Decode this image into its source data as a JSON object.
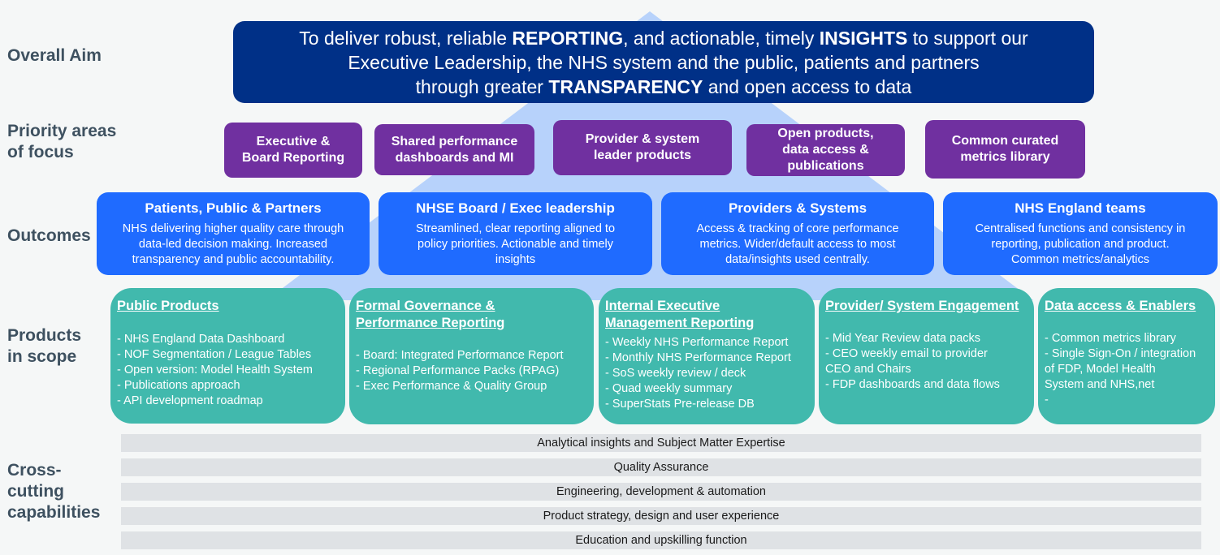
{
  "colors": {
    "background": "#f5f7f7",
    "pyramid": "#b7d2fb",
    "aim": "#003087",
    "priority": "#7030a0",
    "outcome": "#1f6bff",
    "product": "#41b9ad",
    "capability": "#dfe2e5",
    "label": "#3e5160"
  },
  "row_labels": {
    "overall_aim": "Overall Aim",
    "priority_1": "Priority areas",
    "priority_2": "of focus",
    "outcomes": "Outcomes",
    "products_1": "Products",
    "products_2": "in scope",
    "cross_1": "Cross-",
    "cross_2": "cutting",
    "cross_3": "capabilities"
  },
  "aim": {
    "line1_a": "To deliver robust, reliable ",
    "line1_b": "REPORTING",
    "line1_c": ", and actionable, timely ",
    "line1_d": "INSIGHTS",
    "line1_e": " to support our",
    "line2": "Executive Leadership, the NHS system and the public, patients and partners",
    "line3_a": "through greater ",
    "line3_b": "TRANSPARENCY",
    "line3_c": " and open access to data"
  },
  "priorities": [
    {
      "line1": "Executive &",
      "line2": "Board Reporting",
      "line3": ""
    },
    {
      "line1": "Shared performance",
      "line2": "dashboards and MI",
      "line3": ""
    },
    {
      "line1": "Provider & system",
      "line2": "leader products",
      "line3": ""
    },
    {
      "line1": "Open products,",
      "line2": "data access  &",
      "line3": "publications"
    },
    {
      "line1": "Common curated",
      "line2": "metrics library",
      "line3": ""
    }
  ],
  "outcomes": [
    {
      "title": "Patients, Public & Partners",
      "lines": [
        "NHS delivering higher quality care through",
        "data-led decision making.  Increased",
        "transparency and public accountability."
      ]
    },
    {
      "title": "NHSE Board / Exec leadership",
      "lines": [
        "Streamlined, clear reporting aligned to",
        "policy priorities. Actionable and timely",
        "insights"
      ]
    },
    {
      "title": "Providers & Systems",
      "lines": [
        "Access & tracking of core performance",
        "metrics. Wider/default access to most",
        "data/insights used centrally."
      ]
    },
    {
      "title": "NHS England teams",
      "lines": [
        "Centralised functions and consistency in",
        "reporting, publication and product.",
        "Common metrics/analytics"
      ]
    }
  ],
  "products": [
    {
      "title_1": "Public Products",
      "title_2": "",
      "items": [
        "- NHS England Data Dashboard",
        "- NOF Segmentation / League Tables",
        "- Open version: Model Health System",
        "- Publications approach",
        "- API development roadmap"
      ]
    },
    {
      "title_1": "Formal Governance &",
      "title_2": "Performance Reporting",
      "items": [
        "- Board: Integrated Performance Report",
        "- Regional Performance Packs (RPAG)",
        "- Exec Performance & Quality Group"
      ]
    },
    {
      "title_1": "Internal Executive",
      "title_2": "Management Reporting",
      "items": [
        "- Weekly NHS Performance Report",
        "- Monthly NHS Performance Report",
        "- SoS weekly review / deck",
        "- Quad weekly summary",
        "- SuperStats Pre-release DB"
      ]
    },
    {
      "title_1": "Provider/ System Engagement",
      "title_2": "",
      "items": [
        "- Mid Year Review data packs",
        "- CEO weekly email to provider",
        "CEO and Chairs",
        "- FDP dashboards and data flows"
      ]
    },
    {
      "title_1": "Data access & Enablers",
      "title_2": "",
      "items": [
        "- Common metrics library",
        "- Single Sign-On / integration",
        "of FDP, Model Health",
        "System and NHS,net",
        "-"
      ]
    }
  ],
  "capabilities": [
    "Analytical insights and Subject Matter Expertise",
    "Quality Assurance",
    "Engineering, development & automation",
    "Product strategy, design and user experience",
    "Education and upskilling function"
  ]
}
